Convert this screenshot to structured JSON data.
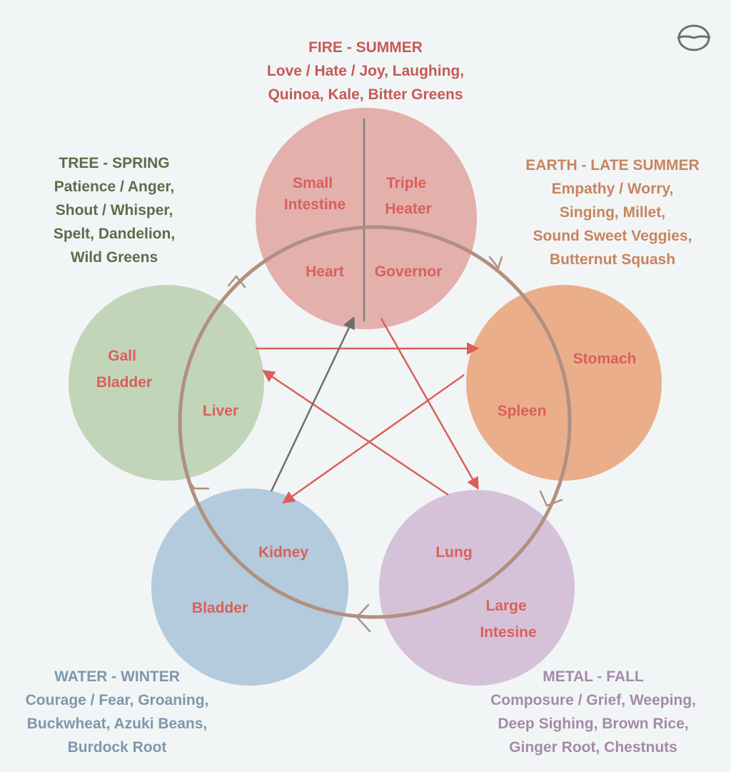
{
  "colors": {
    "background": "#f2f5f6",
    "fire_circle": "#e3b0ac",
    "earth_circle": "#ebae8a",
    "metal_circle": "#d6c2d8",
    "water_circle": "#b4cadd",
    "tree_circle": "#c2d5b9",
    "organ_text": "#d9605a",
    "cycle_ring": "#b09080",
    "control_arrow": "#d9605a",
    "water_to_fire_arrow": "#6e6e6e",
    "fire_divider": "#808080",
    "fire_caption": "#c55a56",
    "earth_caption": "#c8845e",
    "metal_caption": "#a48aa8",
    "water_caption": "#7f97ab",
    "tree_caption": "#5b6e4a"
  },
  "logo": {
    "icon": "lips-logo-icon"
  },
  "elements": {
    "fire": {
      "title": "FIRE - SUMMER",
      "lines": [
        "Love / Hate / Joy, Laughing,",
        "Quinoa, Kale, Bitter Greens"
      ],
      "organs": {
        "small_intestine": [
          "Small",
          "Intestine"
        ],
        "triple_heater": [
          "Triple",
          "Heater"
        ],
        "heart": "Heart",
        "governor": "Governor"
      }
    },
    "earth": {
      "title": "EARTH - LATE SUMMER",
      "lines": [
        "Empathy / Worry,",
        "Singing, Millet,",
        "Sound Sweet Veggies,",
        "Butternut Squash"
      ],
      "organs": {
        "stomach": "Stomach",
        "spleen": "Spleen"
      }
    },
    "metal": {
      "title": "METAL - FALL",
      "lines": [
        "Composure / Grief, Weeping,",
        "Deep Sighing, Brown Rice,",
        "Ginger Root, Chestnuts"
      ],
      "organs": {
        "lung": "Lung",
        "large_intestine": [
          "Large",
          "Intesine"
        ]
      }
    },
    "water": {
      "title": "WATER - WINTER",
      "lines": [
        "Courage / Fear, Groaning,",
        "Buckwheat, Azuki Beans,",
        "Burdock Root"
      ],
      "organs": {
        "kidney": "Kidney",
        "bladder": "Bladder"
      }
    },
    "tree": {
      "title": "TREE - SPRING",
      "lines": [
        "Patience / Anger,",
        "Shout / Whisper,",
        "Spelt, Dandelion,",
        "Wild Greens"
      ],
      "organs": {
        "gall_bladder": [
          "Gall",
          "Bladder"
        ],
        "liver": "Liver"
      }
    }
  }
}
